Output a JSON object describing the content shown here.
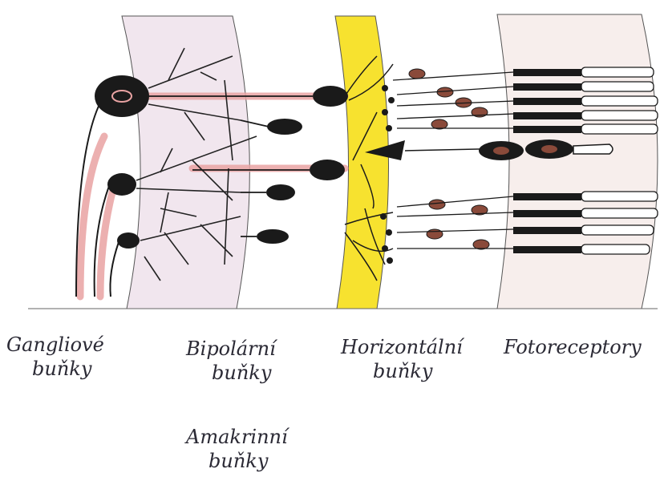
{
  "labels": {
    "ganglion": {
      "line1": "Gangliové",
      "line2": "buňky"
    },
    "bipolar": {
      "line1": "Bipolární",
      "line2": "buňky"
    },
    "horizontal": {
      "line1": "Horizontální",
      "line2": "buňky"
    },
    "photoreceptors": {
      "line1": "Fotoreceptory"
    },
    "amacrine": {
      "line1": "Amakrinní",
      "line2": "buňky"
    }
  },
  "colors": {
    "ink": "#1a1a1a",
    "inner_plexiform_layer": "#f1e6ee",
    "outer_plexiform_layer": "#f7e22f",
    "photoreceptor_layer": "#f7eeec",
    "signal_highlight": "#e9a3a3",
    "cell_body": "#8a4a3a"
  }
}
